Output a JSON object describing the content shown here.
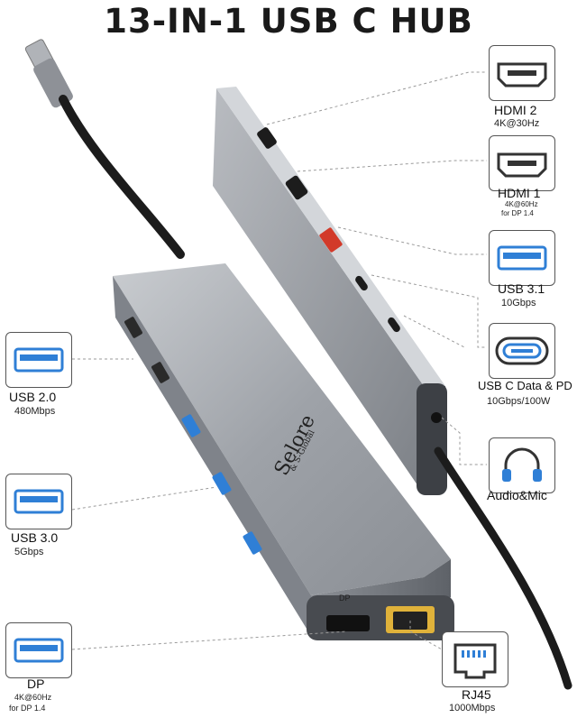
{
  "title": "13-IN-1 USB C HUB",
  "brand": "Selore",
  "brand_tagline": "& S-Global",
  "port_labels": {
    "dp_top": "DP",
    "rj45_top": ""
  },
  "right_ports": [
    {
      "id": "hdmi2",
      "icon": "hdmi-port-icon",
      "name": "HDMI 2",
      "spec": "4K@30Hz",
      "spec2": ""
    },
    {
      "id": "hdmi1",
      "icon": "hdmi-port-icon",
      "name": "HDMI 1",
      "spec": "4K@60Hz",
      "spec2": "for DP 1.4"
    },
    {
      "id": "usb31",
      "icon": "usb-a-port-icon",
      "name": "USB 3.1",
      "spec": "10Gbps",
      "spec2": ""
    },
    {
      "id": "usbc",
      "icon": "usb-c-port-icon",
      "name": "USB C Data & PD",
      "spec": "10Gbps/100W",
      "spec2": ""
    },
    {
      "id": "audio",
      "icon": "headphones-icon",
      "name": "Audio&Mic",
      "spec": "",
      "spec2": ""
    },
    {
      "id": "rj45",
      "icon": "ethernet-port-icon",
      "name": "RJ45",
      "spec": "1000Mbps",
      "spec2": ""
    }
  ],
  "left_ports": [
    {
      "id": "usb20",
      "icon": "usb-a-port-icon",
      "name": "USB 2.0",
      "spec": "480Mbps",
      "spec2": ""
    },
    {
      "id": "usb30",
      "icon": "usb-a-port-icon",
      "name": "USB 3.0",
      "spec": "5Gbps",
      "spec2": ""
    },
    {
      "id": "dp",
      "icon": "usb-a-port-icon",
      "name": "DP",
      "spec": "4K@60Hz",
      "spec2": "for DP 1.4"
    }
  ],
  "colors": {
    "aluminum": "#a9adb3",
    "aluminum_dark": "#6f7379",
    "usb3_blue": "#2f7fd6",
    "usb_red": "#d23a2a",
    "ethernet_yellow": "#e0b23a",
    "leader_line": "#9a9a9a"
  }
}
